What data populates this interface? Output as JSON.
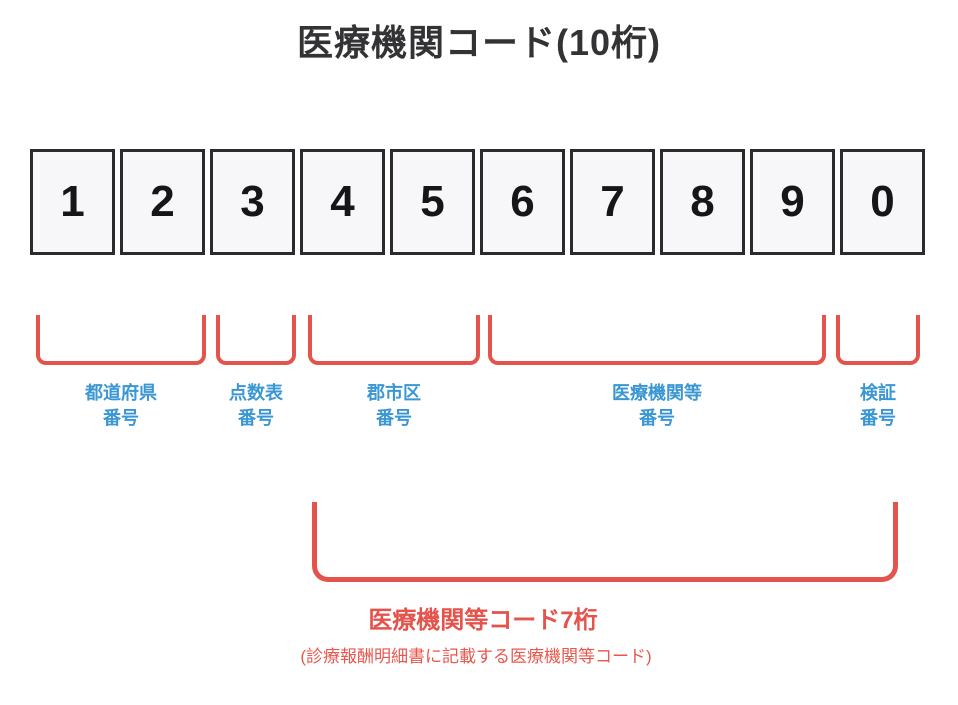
{
  "title": "医療機関コード(10桁)",
  "digits": [
    "1",
    "2",
    "3",
    "4",
    "5",
    "6",
    "7",
    "8",
    "9",
    "0"
  ],
  "groups": [
    {
      "line1": "都道府県",
      "line2": "番号"
    },
    {
      "line1": "点数表",
      "line2": "番号"
    },
    {
      "line1": "郡市区",
      "line2": "番号"
    },
    {
      "line1": "医療機関等",
      "line2": "番号"
    },
    {
      "line1": "検証",
      "line2": "番号"
    }
  ],
  "bottom_group": {
    "label": "医療機関等コード7桁",
    "sublabel": "(診療報酬明細書に記載する医療機関等コード)"
  },
  "colors": {
    "bracket_red": "#e4544c",
    "label_blue": "#3b97d3",
    "box_border": "#2b2b2e",
    "box_fill": "#f7f7f9",
    "title_dark": "#333336"
  }
}
